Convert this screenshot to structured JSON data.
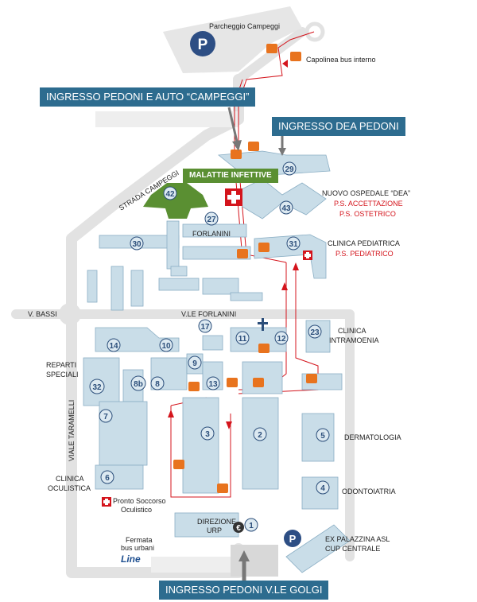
{
  "title": "",
  "entrances": {
    "campeggi": "INGRESSO PEDONI E AUTO “CAMPEGGI”",
    "dea": "INGRESSO DEA PEDONI",
    "golgi": "INGRESSO PEDONI V.LE GOLGI"
  },
  "special": {
    "malattie": "MALATTIE INFETTIVE"
  },
  "places": {
    "parcheggio": "Parcheggio Campeggi",
    "parking_letter": "P",
    "capolinea": "Capolinea bus interno",
    "strada_campeggi": "STRADA CAMPEGGI",
    "v_bassi": "V. BASSI",
    "vle_forlanini": "V.LE FORLANINI",
    "viale_taramelli": "VIALE TARAMELLI",
    "forlanini": "FORLANINI",
    "nuovo_dea": "NUOVO OSPEDALE “DEA”",
    "ps_accettazione": "P.S. ACCETTAZIONE",
    "ps_ostetrico": "P.S. OSTETRICO",
    "clinica_pediatrica": "CLINICA PEDIATRICA",
    "ps_pediatrico": "P.S. PEDIATRICO",
    "clinica_intramoenia_1": "CLINICA",
    "clinica_intramoenia_2": "INTRAMOENIA",
    "reparti_1": "REPARTI",
    "reparti_2": "SPECIALI",
    "dermatologia": "DERMATOLOGIA",
    "clinica_oculistica_1": "CLINICA",
    "clinica_oculistica_2": "OCULISTICA",
    "pronto_soccorso_1": "Pronto Soccorso",
    "pronto_soccorso_2": "Oculistico",
    "odontoiatria": "ODONTOIATRIA",
    "direzione": "DIREZIONE",
    "urp": "URP",
    "euro": "€",
    "ex_palazzina_1": "EX PALAZZINA ASL",
    "ex_palazzina_2": "CUP CENTRALE",
    "fermata_1": "Fermata",
    "fermata_2": "bus urbani",
    "line_logo": "Line"
  },
  "buildings": {
    "b1": "1",
    "b2": "2",
    "b3": "3",
    "b4": "4",
    "b5": "5",
    "b6": "6",
    "b7": "7",
    "b8": "8",
    "b8b": "8b",
    "b9": "9",
    "b10": "10",
    "b11": "11",
    "b12": "12",
    "b13": "13",
    "b14": "14",
    "b17": "17",
    "b23": "23",
    "b27": "27",
    "b29": "29",
    "b30": "30",
    "b31": "31",
    "b32": "32",
    "b42": "42",
    "b43": "43"
  },
  "colors": {
    "banner": "#2d6c8f",
    "banner_green": "#5a8f32",
    "building": "#c9dde8",
    "route": "#d4141c",
    "bus": "#e8731e",
    "road": "#e2e2e2"
  }
}
